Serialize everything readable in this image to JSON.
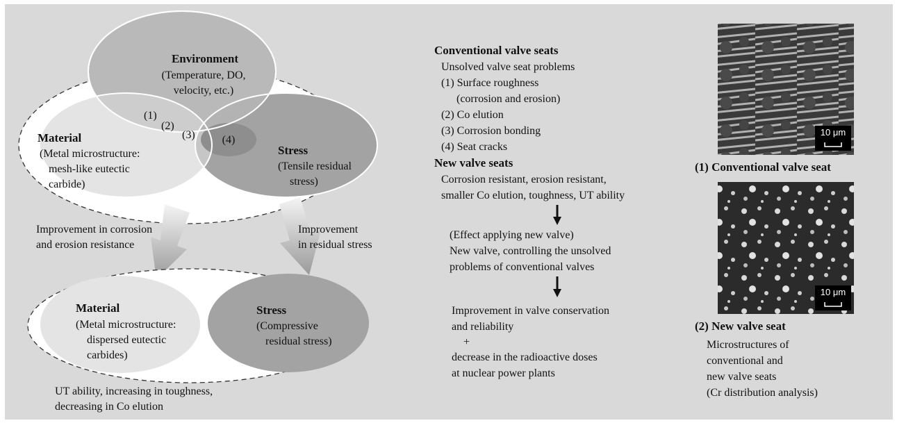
{
  "venn": {
    "environment": {
      "title": "Environment",
      "lines": [
        "(Temperature, DO,",
        "velocity, etc.)"
      ]
    },
    "material": {
      "title": "Material",
      "lines": [
        "(Metal microstructure:",
        "mesh-like eutectic",
        "carbide)"
      ]
    },
    "stress": {
      "title": "Stress",
      "lines": [
        "(Tensile residual",
        "stress)"
      ]
    },
    "regions": [
      "(1)",
      "(2)",
      "(3)",
      "(4)"
    ]
  },
  "arrows": {
    "left": [
      "Improvement in corrosion",
      "and erosion resistance"
    ],
    "right": [
      "Improvement",
      "in residual stress"
    ]
  },
  "improved": {
    "material": {
      "title": "Material",
      "lines": [
        "(Metal microstructure:",
        "dispersed eutectic",
        "carbides)"
      ]
    },
    "stress": {
      "title": "Stress",
      "lines": [
        "(Compressive",
        "residual stress)"
      ]
    }
  },
  "bottom_note": [
    "UT ability, increasing in toughness,",
    "decreasing in Co elution"
  ],
  "conventional": {
    "heading": "Conventional valve seats",
    "lines": [
      "Unsolved valve seat problems",
      "(1) Surface roughness",
      "(corrosion and erosion)",
      "(2) Co elution",
      "(3) Corrosion bonding",
      "(4) Seat cracks"
    ]
  },
  "new_seats": {
    "heading": "New valve seats",
    "lines": [
      "Corrosion resistant, erosion resistant,",
      "smaller Co elution, toughness, UT ability"
    ]
  },
  "effect": {
    "lines": [
      "(Effect applying new valve)",
      "New valve, controlling the unsolved",
      "problems of conventional valves"
    ]
  },
  "result": {
    "lines": [
      "Improvement in valve conservation",
      "and reliability",
      "+",
      "decrease in the radioactive doses",
      "at nuclear power plants"
    ]
  },
  "micrographs": {
    "scale_label": "10 μm",
    "conventional_caption": "(1) Conventional valve seat",
    "new_caption": "(2) New valve seat",
    "figure_note": [
      "Microstructures of",
      "conventional and",
      "new valve seats",
      "(Cr distribution analysis)"
    ]
  }
}
